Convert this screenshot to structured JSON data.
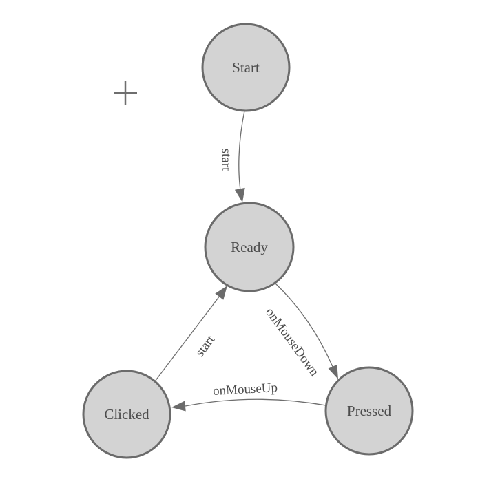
{
  "diagram": {
    "colors": {
      "background": "#ffffff",
      "node_fill": "#d3d3d3",
      "node_stroke": "#6b6b6b",
      "edge_stroke": "#6e6e6e",
      "arrow_fill": "#6b6b6b",
      "label_color": "#4c4c4c",
      "crosshair_color": "#6e6e6e"
    },
    "nodes": [
      {
        "id": "start",
        "label": "Start"
      },
      {
        "id": "ready",
        "label": "Ready"
      },
      {
        "id": "clicked",
        "label": "Clicked"
      },
      {
        "id": "pressed",
        "label": "Pressed"
      }
    ],
    "edges": [
      {
        "from": "Start",
        "to": "Ready",
        "label": "start"
      },
      {
        "from": "Clicked",
        "to": "Ready",
        "label": "start"
      },
      {
        "from": "Ready",
        "to": "Pressed",
        "label": "onMouseDown"
      },
      {
        "from": "Pressed",
        "to": "Clicked",
        "label": "onMouseUp"
      }
    ]
  }
}
